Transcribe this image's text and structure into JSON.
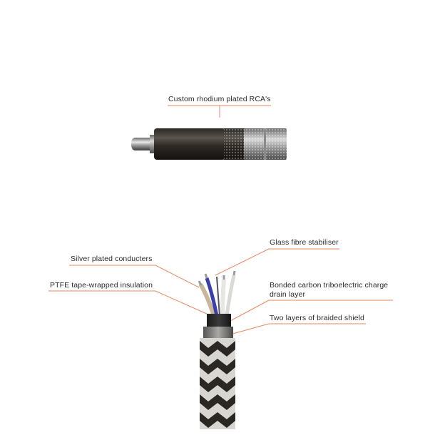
{
  "diagram": {
    "accent_line_color": "#e8875f",
    "rca": {
      "callout": "Custom rhodium plated RCA's"
    },
    "cable": {
      "callouts": {
        "silver": "Silver plated conducters",
        "ptfe": "PTFE tape-wrapped insulation",
        "glass": "Glass fibre stabiliser",
        "carbon": "Bonded carbon triboelectric charge drain layer",
        "braid": "Two layers of braided shield"
      },
      "wire_colors": [
        "#c9b79a",
        "#3a3fae",
        "#55565c",
        "#e6e6e3",
        "#d9d9d6"
      ]
    }
  }
}
